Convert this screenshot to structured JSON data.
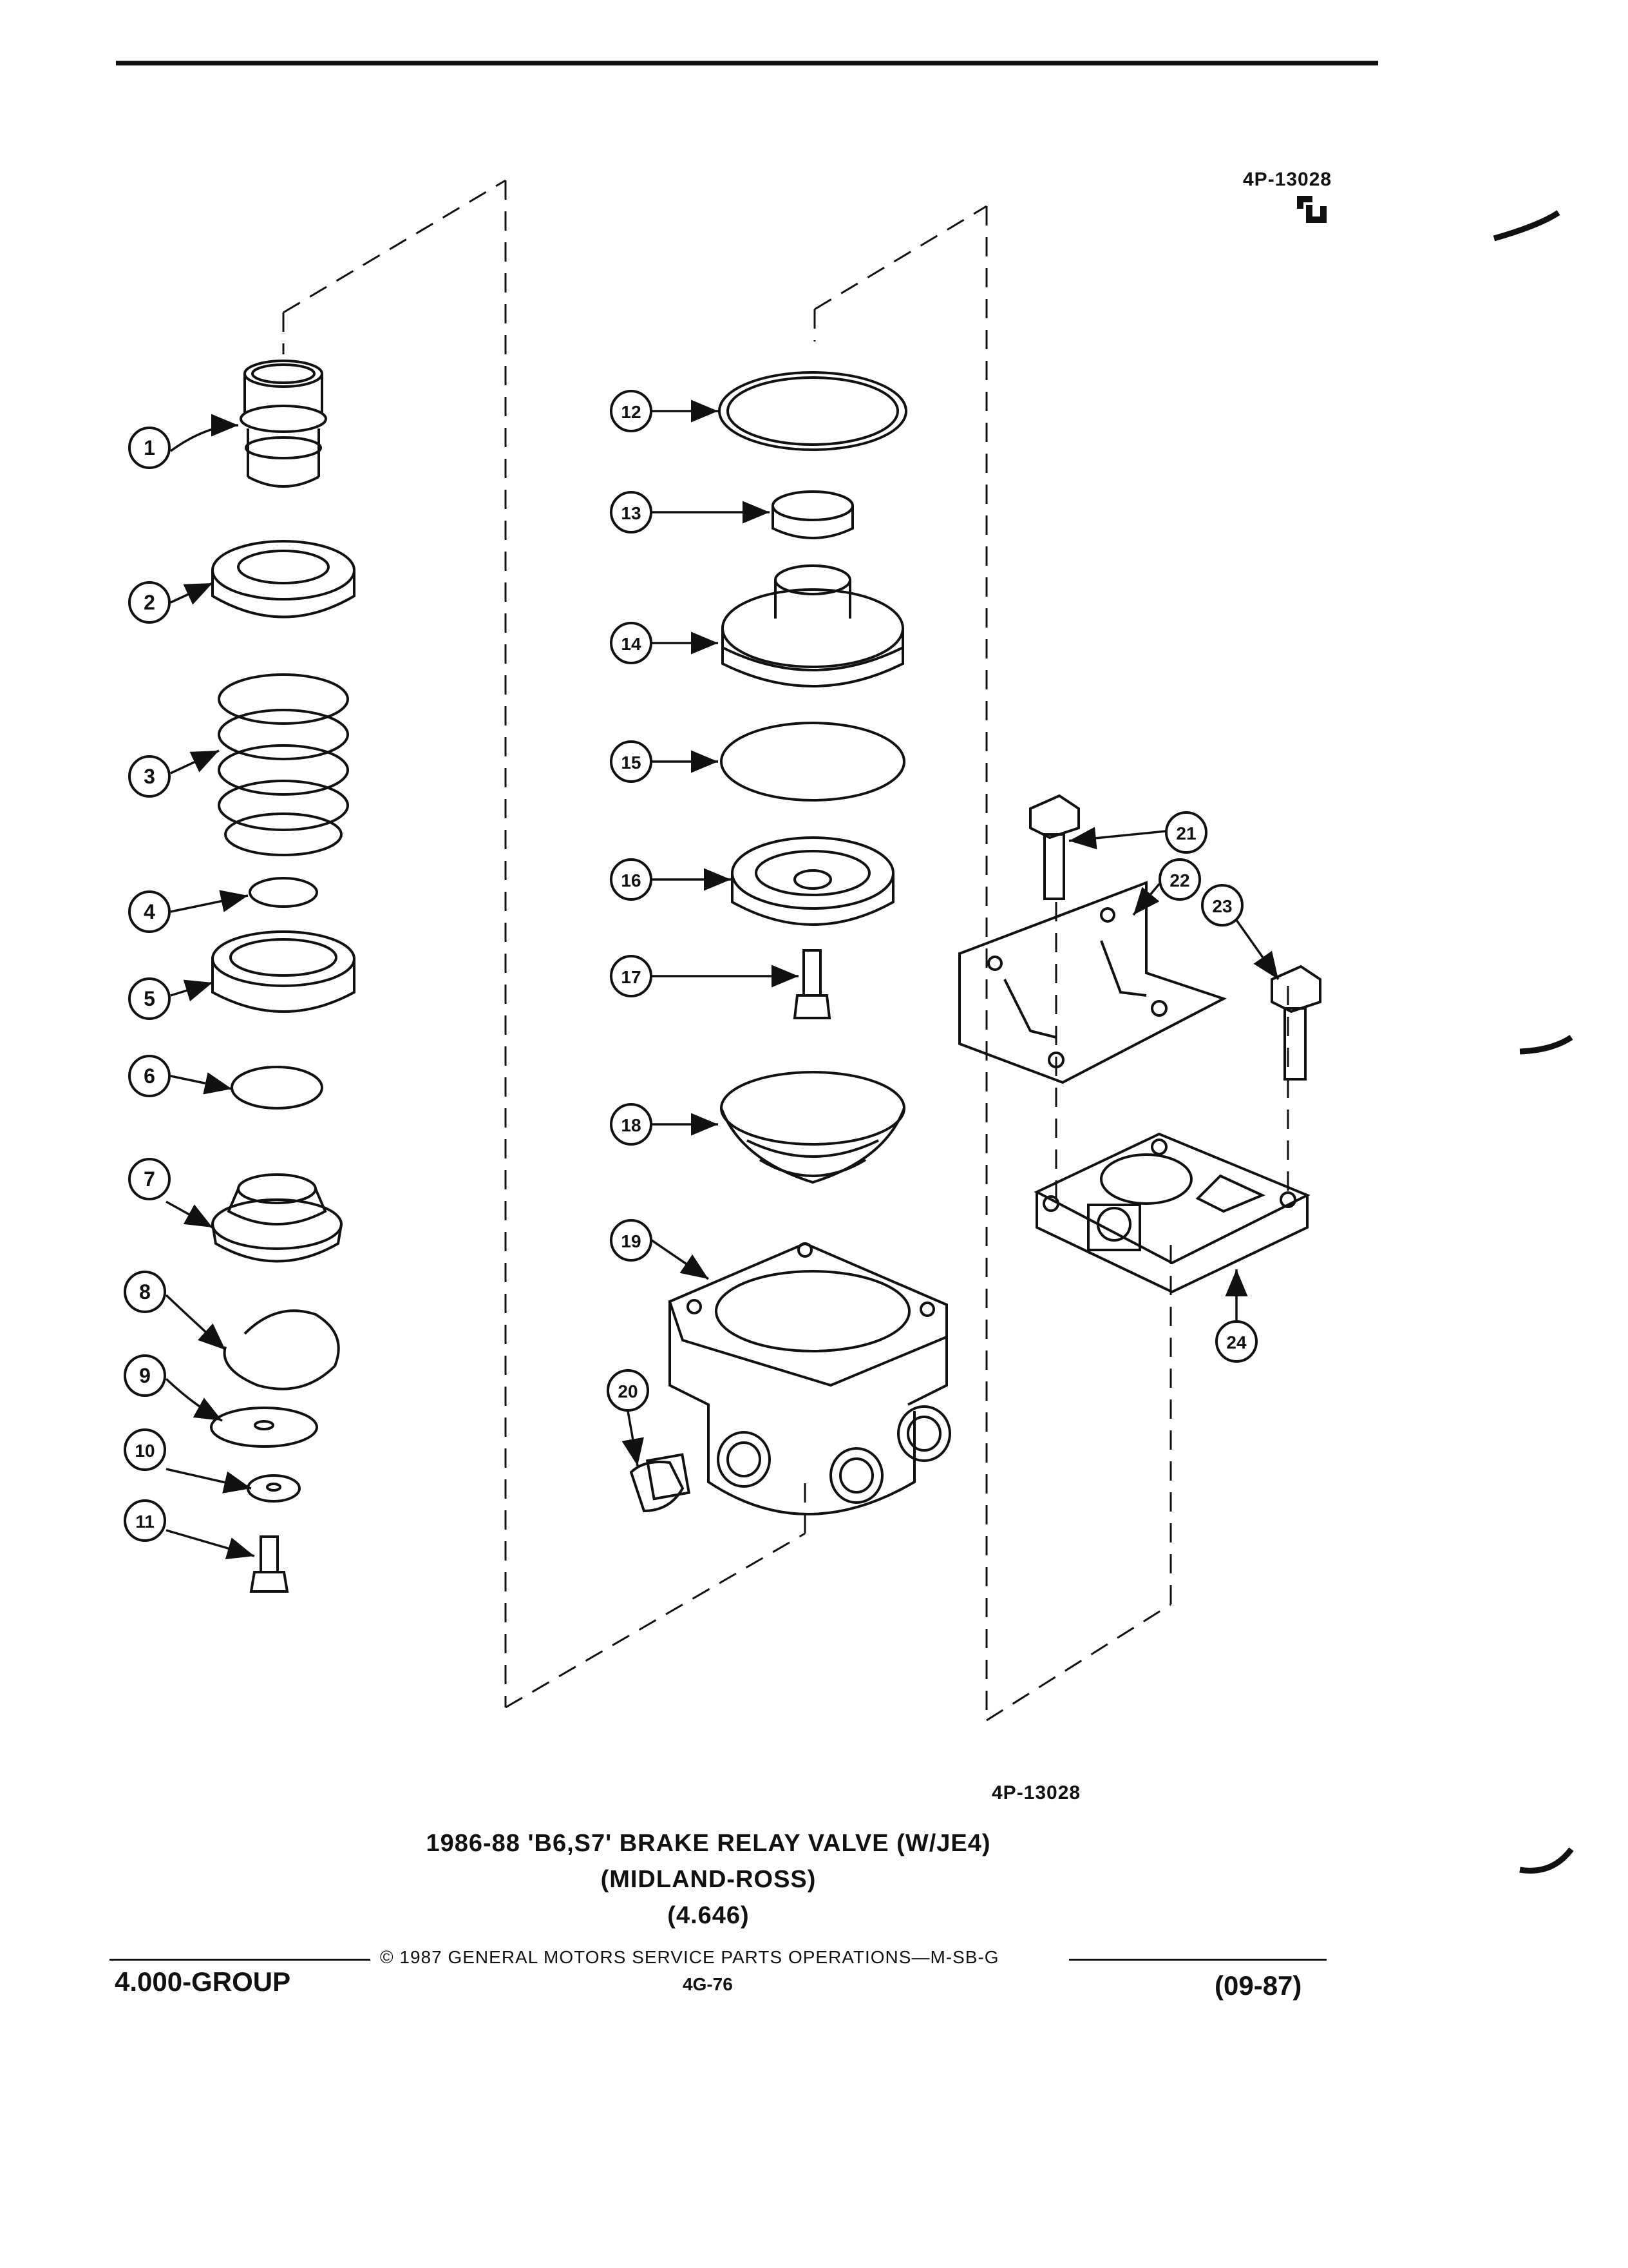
{
  "header": {
    "ref_number_top": "4P-13028",
    "ref_number_bottom": "4P-13028"
  },
  "title": {
    "line1": "1986-88 'B6,S7' BRAKE RELAY VALVE (W/JE4)",
    "line2": "(MIDLAND-ROSS)",
    "line3": "(4.646)"
  },
  "footer": {
    "copyright": "© 1987 GENERAL MOTORS SERVICE PARTS OPERATIONS—M-SB-G",
    "page_code": "4G-76",
    "group": "4.000-GROUP",
    "date": "(09-87)"
  },
  "callouts": [
    "1",
    "2",
    "3",
    "4",
    "5",
    "6",
    "7",
    "8",
    "9",
    "10",
    "11",
    "12",
    "13",
    "14",
    "15",
    "16",
    "17",
    "18",
    "19",
    "20",
    "21",
    "22",
    "23",
    "24"
  ],
  "logo": "gm-spo-logo-icon"
}
